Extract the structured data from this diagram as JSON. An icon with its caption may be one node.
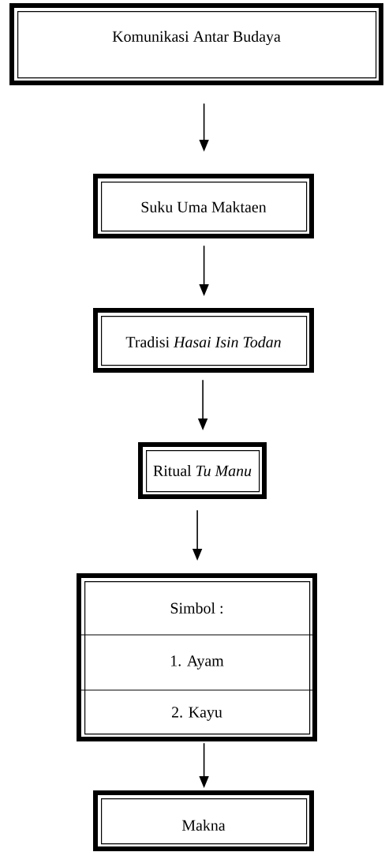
{
  "diagram": {
    "nodes": [
      {
        "text": [
          "Komunikasi Antar Budaya"
        ]
      },
      {
        "text": [
          "Suku Uma Maktaen"
        ]
      },
      {
        "text": [
          "Tradisi *Hasai Isin Todan*"
        ]
      },
      {
        "text": [
          "Ritual *Tu Manu*"
        ]
      },
      {
        "text": [
          "Simbol :",
          "1. Ayam",
          "2. Kayu"
        ]
      },
      {
        "text": [
          "Makna"
        ]
      }
    ],
    "edges": [
      {
        "from": 0,
        "to": 1,
        "arrow": "to"
      },
      {
        "from": 1,
        "to": 2,
        "arrow": "to"
      },
      {
        "from": 2,
        "to": 3,
        "arrow": "to"
      },
      {
        "from": 3,
        "to": 4,
        "arrow": "to"
      },
      {
        "from": 4,
        "to": 5,
        "arrow": "to"
      }
    ]
  }
}
